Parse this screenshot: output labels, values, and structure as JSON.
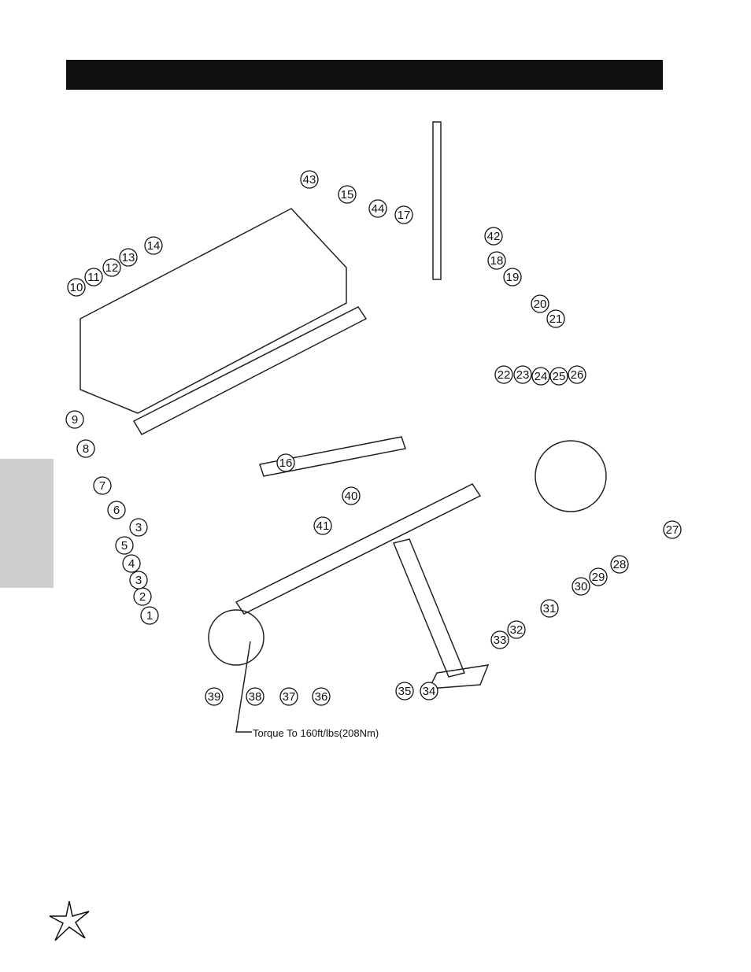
{
  "header": {
    "title": ""
  },
  "note": {
    "torque": "Torque To 160ft/lbs(208Nm)"
  },
  "callouts": [
    "1",
    "2",
    "3",
    "3",
    "4",
    "5",
    "6",
    "7",
    "8",
    "9",
    "10",
    "11",
    "12",
    "13",
    "14",
    "15",
    "16",
    "17",
    "18",
    "19",
    "20",
    "21",
    "22",
    "23",
    "24",
    "25",
    "26",
    "27",
    "28",
    "29",
    "30",
    "31",
    "32",
    "33",
    "34",
    "35",
    "36",
    "37",
    "38",
    "39",
    "40",
    "41",
    "42",
    "43",
    "44"
  ],
  "colors": {
    "bar": "#111111",
    "tab": "#cfcfcf"
  }
}
